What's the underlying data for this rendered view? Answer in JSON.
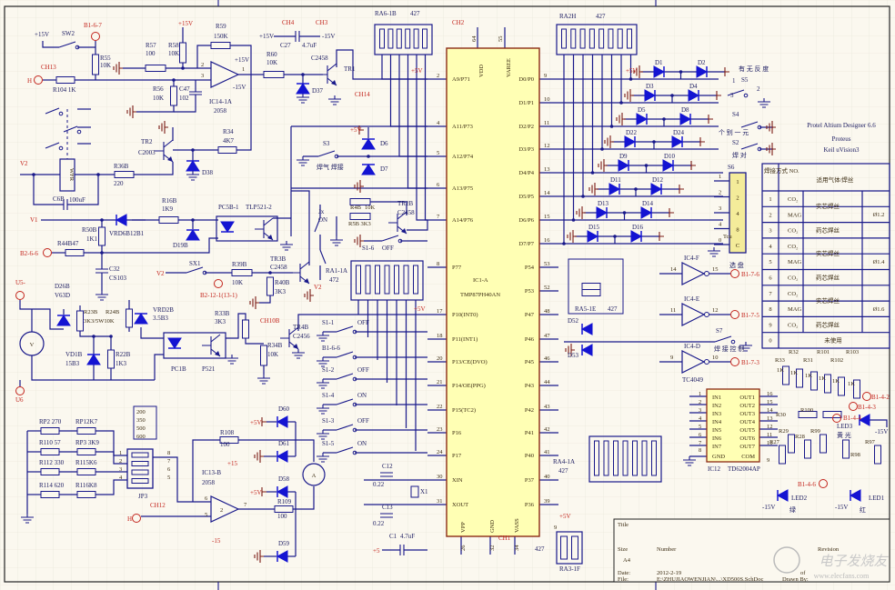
{
  "schematic": {
    "mcu": {
      "name": "IC1-A",
      "part": "TMP87PH40AN",
      "top_pins": [
        "VDD",
        "VAREE"
      ],
      "top_pin_numbers": [
        "64",
        "55"
      ],
      "bottom_pins": [
        "VPP",
        "GND",
        "VASS"
      ],
      "bottom_pin_numbers": [
        "26",
        "32",
        "34"
      ],
      "left_pins": [
        {
          "no": "2",
          "name": "A9/P71"
        },
        {
          "no": "4",
          "name": "A11/P73"
        },
        {
          "no": "5",
          "name": "A12/P74"
        },
        {
          "no": "6",
          "name": "A13/P75"
        },
        {
          "no": "7",
          "name": "A14/P76"
        },
        {
          "no": "8",
          "name": "P77"
        },
        {
          "no": "17",
          "name": "P10(INT0)"
        },
        {
          "no": "18",
          "name": "P11(INT1)"
        },
        {
          "no": "20",
          "name": "P13/CE(DVO)"
        },
        {
          "no": "21",
          "name": "P14/OE(PPG)"
        },
        {
          "no": "22",
          "name": "P15(TC2)"
        },
        {
          "no": "23",
          "name": "P16"
        },
        {
          "no": "24",
          "name": "P17"
        },
        {
          "no": "30",
          "name": "XIN"
        },
        {
          "no": "31",
          "name": "XOUT"
        }
      ],
      "right_pins": [
        {
          "no": "9",
          "name": "D0/P0"
        },
        {
          "no": "10",
          "name": "D1/P1"
        },
        {
          "no": "11",
          "name": "D2/P2"
        },
        {
          "no": "12",
          "name": "D3/P3"
        },
        {
          "no": "13",
          "name": "D4/P4"
        },
        {
          "no": "14",
          "name": "D5/P5"
        },
        {
          "no": "15",
          "name": "D6/P6"
        },
        {
          "no": "16",
          "name": "D7/P7"
        },
        {
          "no": "53",
          "name": "P54"
        },
        {
          "no": "52",
          "name": "P53"
        },
        {
          "no": "48",
          "name": "P47"
        },
        {
          "no": "47",
          "name": "P46"
        },
        {
          "no": "46",
          "name": "P45"
        },
        {
          "no": "44",
          "name": "P43"
        },
        {
          "no": "43",
          "name": "P42"
        },
        {
          "no": "42",
          "name": "P41"
        },
        {
          "no": "41",
          "name": "P40"
        },
        {
          "no": "40",
          "name": "P37"
        },
        {
          "no": "39",
          "name": "P36"
        }
      ]
    },
    "driver": {
      "name": "IC12",
      "part": "TD62004AP",
      "inputs": [
        "IN1",
        "IN2",
        "IN3",
        "IN4",
        "IN5",
        "IN6",
        "IN7"
      ],
      "outputs": [
        "OUT1",
        "OUT2",
        "OUT3",
        "OUT4",
        "OUT5",
        "OUT6",
        "OUT7"
      ],
      "in_numbers": [
        "1",
        "2",
        "3",
        "4",
        "5",
        "6",
        "7"
      ],
      "out_numbers": [
        "16",
        "15",
        "14",
        "13",
        "12",
        "11",
        "10"
      ],
      "gnd": "GND",
      "gnd_no": "8",
      "com": "COM",
      "com_no": "9"
    },
    "labels": {
      "p15v_a": "+15V",
      "sw2": "SW2",
      "b167": "B1-6-7",
      "r55": "R55",
      "r55v": "10K",
      "r57": "R57",
      "r57v": "100",
      "r58": "R58",
      "r58v": "10K",
      "p15v_b": "+15V",
      "r59": "R59",
      "r59v": "150K",
      "op1": "IC14-1A",
      "op1p": "2058",
      "op1_pin2": "2",
      "op1_pin3": "3",
      "op1_pin1": "1",
      "op1_vp": "+15V",
      "op1_vn": "-15V",
      "r56": "R56",
      "r56v": "10K",
      "c47": "C47",
      "c47v": "102",
      "ch13": "CH13",
      "h1": "H",
      "r104": "R104 1K",
      "r60": "R60",
      "r60v": "10K",
      "d37": "D37",
      "tr1": "TR1",
      "tr1p": "C2458",
      "ch14": "CH14",
      "ch4": "CH4",
      "ch3": "CH3",
      "c27": "C27",
      "c27v": "4.7uF",
      "c27l": "+15V",
      "c27r": "-15V",
      "ra6": "RA6-1B",
      "ra6v": "427",
      "ra6gnd": "+5V",
      "tr2": "TR2",
      "tr2p": "C2003",
      "r34": "R34",
      "r34v": "4K7",
      "d38": "D38",
      "v2a": "V2",
      "wfr": "WFR",
      "r36b": "R36B",
      "r36bv": "220",
      "c6b": "C6B",
      "c6bv": "100uF",
      "s3": "S3",
      "s3cn": "焊气 焊接",
      "d6": "D6",
      "d7": "D7",
      "p5v_s3": "+5V",
      "v1": "V1",
      "r16b": "R16B",
      "r16bv": "1K9",
      "vrd6b": "VRD6B12B1",
      "d19b": "D19B",
      "r50b": "R50B",
      "r50bv": "1K1",
      "b266": "B2-6-6",
      "r44b": "R44B47",
      "c32": "C32",
      "c32v": "CS103",
      "pc5b": "PC5B-1",
      "tlp": "TLP521-2",
      "jx": "Jx",
      "jxon": "ON",
      "r4b": "R4B",
      "r4bv": "10K",
      "r5b": "R5B 3K3",
      "tr2b": "TR2B",
      "tr2bp": "C2458",
      "s16": "S1-6",
      "s16v": "OFF",
      "v2b": "V2",
      "sx1": "SX1",
      "r39b": "R39B",
      "r39bv": "10K",
      "b212": "B2-12-1(13-1)",
      "tr3b": "TR3B",
      "tr3bp": "C2458",
      "r40b": "R40B",
      "r40bv": "3K3",
      "ra1": "RA1-1A",
      "ra1v": "472",
      "v2c": "V2",
      "ra1p": "+5V",
      "u5": "U5-",
      "d26b": "D26B",
      "d26bv": "V63D",
      "vmeter": "V",
      "vd1b": "VD1B",
      "vd1bv": "15B3",
      "r23b": "R23B",
      "r23bv": "3K3/5W10K",
      "r24b": "R24B",
      "r22b": "R22B",
      "r22bv": "1K3",
      "vrd2b": "VRD2B",
      "vrd2bv": "3.5B3",
      "pc1b": "PC1B",
      "p521": "P521",
      "u6": "U6",
      "r33b": "R33B",
      "r33bv": "3K3",
      "ch10b": "CH10B",
      "tr4b": "TR4B",
      "tr4bp": "C2456",
      "r34b": "R34B",
      "r34bv": "10K",
      "s11": "S1-1",
      "s11v": "OFF",
      "b166": "B1-6-6",
      "s12": "S1-2",
      "s12v": "OFF",
      "s14": "S1-4",
      "s14v": "ON",
      "s13": "S1-3",
      "s13v": "OFF",
      "s15": "S1-5",
      "s15v": "ON",
      "c12": "C12",
      "c12v": "0.22",
      "c13": "C13",
      "c13v": "0.22",
      "x1": "X1",
      "c1": "C1",
      "c1v": "4.7uF",
      "c1p": "+5",
      "rp2": "RP2 270",
      "rp1": "RP12K7",
      "r110": "R110 57",
      "rp3": "RP3 3K9",
      "r112": "R112 330",
      "r115": "R115K6",
      "r114": "R114 620",
      "r116": "R116K8",
      "jp3": "JP3",
      "jp_1": "1",
      "jp_2": "2",
      "jp_3": "3",
      "jp_4": "4",
      "jp_8": "8",
      "jp_7": "7",
      "jp_6": "6",
      "jp_5": "5",
      "r108": "R108",
      "r108v": "100",
      "op2": "IC13-B",
      "op2p": "2058",
      "op2vp": "+15",
      "op2vn": "-15",
      "op2_6": "6",
      "op2_5": "5",
      "op2_7": "7",
      "op2_2": "2",
      "d60": "D60",
      "d61": "D61",
      "d58": "D58",
      "d59": "D59",
      "r109": "R109",
      "r109v": "100",
      "ameter": "A",
      "ch12": "CH12",
      "h2": "H",
      "d60v": "+5V",
      "d58v": "+5V",
      "ch2": "CH2",
      "ch1": "CH1",
      "ra3": "RA3-1F",
      "ra3v": "427",
      "ra3p": "+5V",
      "ra3n": "9",
      "ra2h": "RA2H",
      "ra2hv": "427",
      "ra2p": "+5V",
      "d1": "D1",
      "d2": "D2",
      "d3": "D3",
      "d4": "D4",
      "d5": "D5",
      "d8": "D8",
      "d22": "D22",
      "d24": "D24",
      "d9": "D9",
      "d10": "D10",
      "d11": "D11",
      "d12": "D12",
      "d13": "D13",
      "d14": "D14",
      "d15": "D15",
      "d16": "D16",
      "s5": "S5",
      "s5cn": "有 无 反 度",
      "s4": "S4",
      "s4cn": "个 别 一 元",
      "s2": "S2",
      "s2cn": "焊 对",
      "s6": "S6",
      "s6cn": "选 盘",
      "tcu": "Tcu",
      "sw_1": "1",
      "sw_2": "2",
      "sw_3": "3",
      "conn_1": "1",
      "conn_2": "2",
      "conn_3": "4",
      "conn_4": "8",
      "conn_5": "C",
      "conn_n1": "1",
      "conn_n2": "2",
      "conn_n3": "3",
      "conn_n4": "4",
      "conn_n5": "0",
      "tools1": "Protel Altium Designer 6.6",
      "tools2": "Proteus",
      "tools3": "Keil uVision3",
      "ic4f": "IC4-F",
      "ic4e": "IC4-E",
      "ic4d": "IC4-D",
      "tc4049": "TC4049",
      "n14": "14",
      "n15": "15",
      "n11": "11",
      "n12": "12",
      "n9": "9",
      "n10": "10",
      "b176": "B1-7-6",
      "b175": "B1-7-5",
      "b173": "B1-7-3",
      "s7": "S7",
      "s7cn": "焊 接 控 制",
      "ra5": "RA5-1E",
      "ra5v": "427",
      "d52": "D52",
      "d53": "D53",
      "ra4": "RA4-1A",
      "ra4v": "427",
      "r33": "R33",
      "r32": "R32",
      "r31": "R31",
      "r101": "R101",
      "r102": "R102",
      "r103": "R103",
      "r30": "R30",
      "r100": "R100",
      "r29": "R29",
      "r28": "R28",
      "r27": "R27",
      "r99": "R99",
      "r98": "R98",
      "r97": "R97",
      "k1": "1K",
      "b142": "B1-4-2",
      "b143": "B1-4-3",
      "b144": "B1-4-4",
      "b146": "B1-4-6",
      "led3": "LED3",
      "led2": "LED2",
      "led1": "LED1",
      "m15": "-15V",
      "m15b": "-15V",
      "m15c": "-15V",
      "green": "绿",
      "red": "红",
      "yellow": "黄 光"
    },
    "table": {
      "header_no": "焊接方式 NO.",
      "header_gas": "适用气体/焊丝",
      "rows": [
        {
          "no": "1",
          "gas": "CO₂",
          "wire": "实芯焊丝",
          "dia": "Ø1.2"
        },
        {
          "no": "2",
          "gas": "MAG",
          "wire": "",
          "dia": ""
        },
        {
          "no": "3",
          "gas": "CO₂",
          "wire": "药芯焊丝",
          "dia": ""
        },
        {
          "no": "4",
          "gas": "CO₂",
          "wire": "实芯焊丝",
          "dia": "Ø1.4"
        },
        {
          "no": "5",
          "gas": "MAG",
          "wire": "",
          "dia": ""
        },
        {
          "no": "6",
          "gas": "CO₂",
          "wire": "药芯焊丝",
          "dia": ""
        },
        {
          "no": "7",
          "gas": "CO₂",
          "wire": "实芯焊丝",
          "dia": "Ø1.6"
        },
        {
          "no": "8",
          "gas": "MAG",
          "wire": "",
          "dia": ""
        },
        {
          "no": "9",
          "gas": "CO₂",
          "wire": "药芯焊丝",
          "dia": ""
        },
        {
          "no": "0",
          "gas": "未使用",
          "wire": "",
          "dia": ""
        }
      ]
    },
    "range_box": [
      "200",
      "350",
      "500",
      "600"
    ],
    "title_block": {
      "title_label": "Title",
      "size_label": "Size",
      "size_value": "A4",
      "number_label": "Number",
      "revision_label": "Revision",
      "date_label": "Date:",
      "date_value": "2012-2-19",
      "file_label": "File:",
      "file_value": "E:\\ZHUJIAOWENJIAN\\...\\XD500S.SchDoc",
      "of_label": "of",
      "drawn_label": "Drawn By:"
    },
    "watermark": {
      "text": "电子发烧友",
      "url": "www.elecfans.com"
    }
  },
  "colors": {
    "background": "#fbf8ef",
    "wire": "#18188a",
    "diode": "#1414d2",
    "net_label": "#c3241c",
    "ic_fill": "#ffffb4",
    "ic_border": "#8b2a14"
  }
}
